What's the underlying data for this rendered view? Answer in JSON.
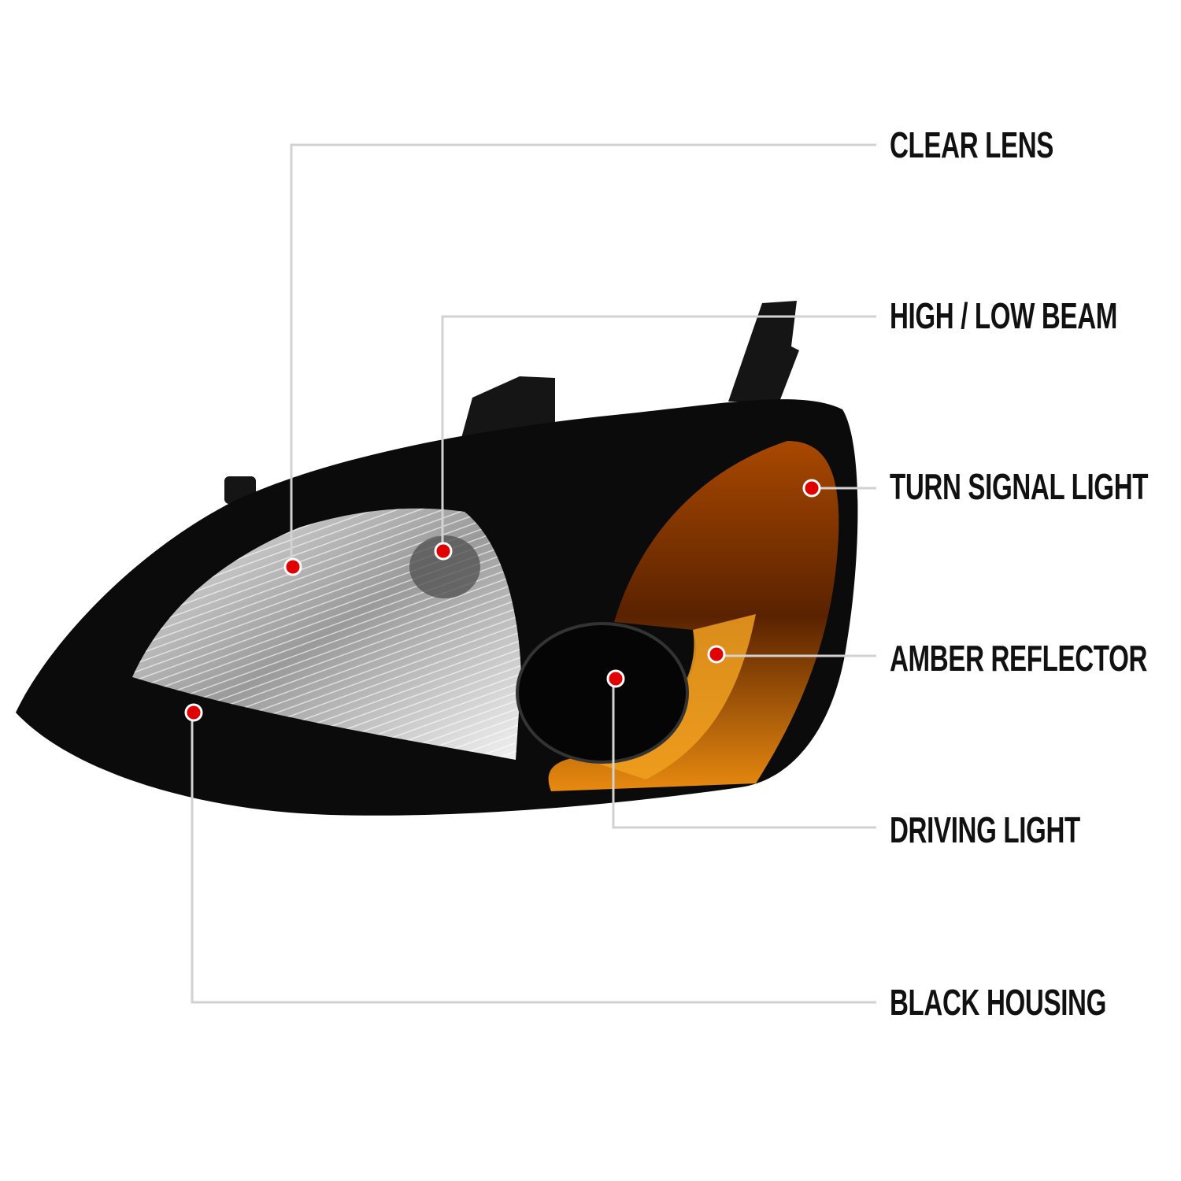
{
  "callouts": [
    {
      "id": "clear-lens",
      "label": "CLEAR LENS"
    },
    {
      "id": "high-low-beam",
      "label": "HIGH / LOW BEAM"
    },
    {
      "id": "turn-signal-light",
      "label": "TURN SIGNAL LIGHT"
    },
    {
      "id": "amber-reflector",
      "label": "AMBER REFLECTOR"
    },
    {
      "id": "driving-light",
      "label": "DRIVING LIGHT"
    },
    {
      "id": "black-housing",
      "label": "BLACK HOUSING"
    }
  ],
  "colors": {
    "line": "#d2d2d2",
    "dot": "#e00000",
    "housing": "#0b0b0b",
    "amber": "#c85a00",
    "lens": "#cfcfcf"
  }
}
